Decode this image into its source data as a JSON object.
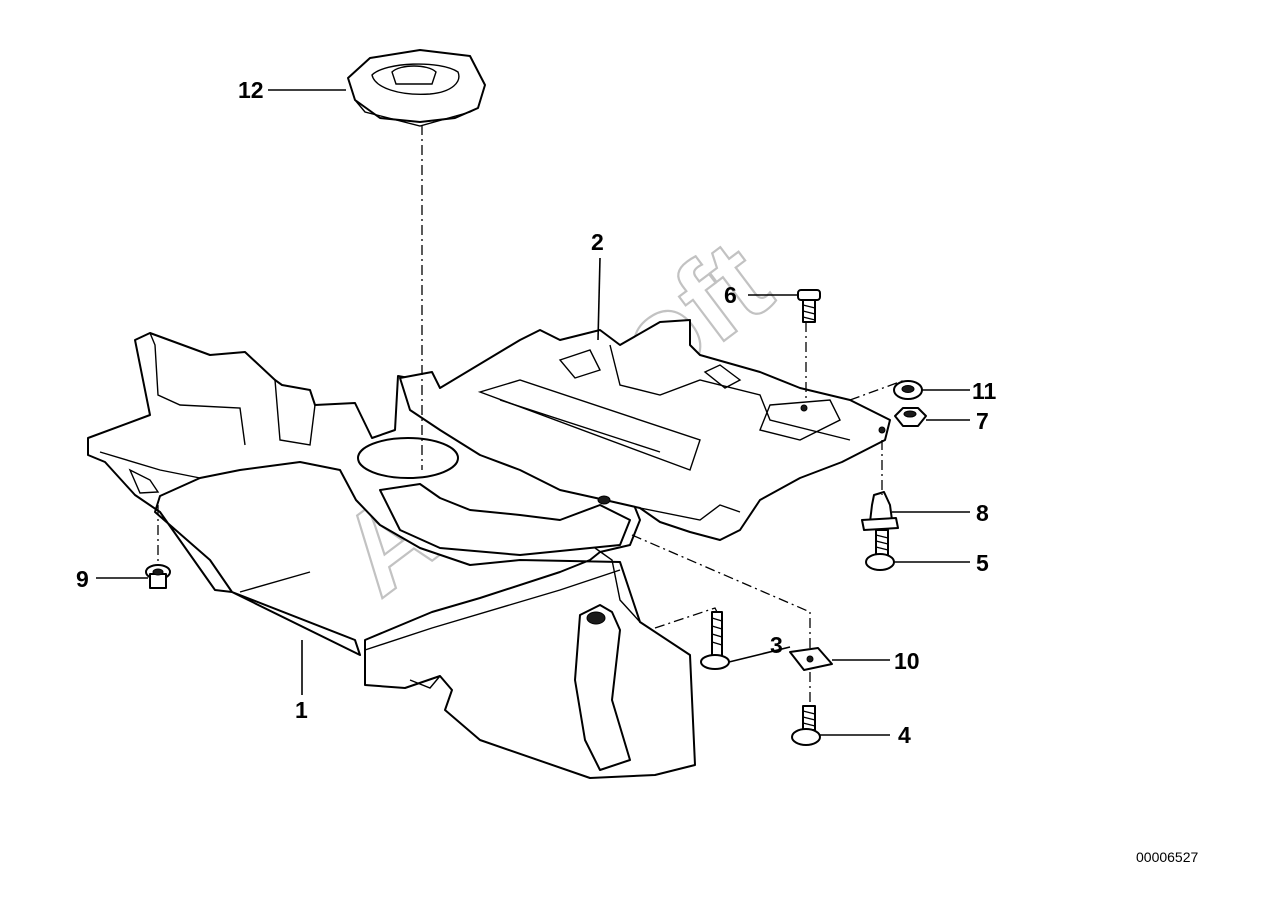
{
  "diagram_id": "00006527",
  "watermark": "AutoSoft",
  "callouts": [
    {
      "key": "c1",
      "label": "1"
    },
    {
      "key": "c2",
      "label": "2"
    },
    {
      "key": "c3",
      "label": "3"
    },
    {
      "key": "c4",
      "label": "4"
    },
    {
      "key": "c5",
      "label": "5"
    },
    {
      "key": "c6",
      "label": "6"
    },
    {
      "key": "c7",
      "label": "7"
    },
    {
      "key": "c8",
      "label": "8"
    },
    {
      "key": "c9",
      "label": "9"
    },
    {
      "key": "c10",
      "label": "10"
    },
    {
      "key": "c11",
      "label": "11"
    },
    {
      "key": "c12",
      "label": "12"
    }
  ]
}
